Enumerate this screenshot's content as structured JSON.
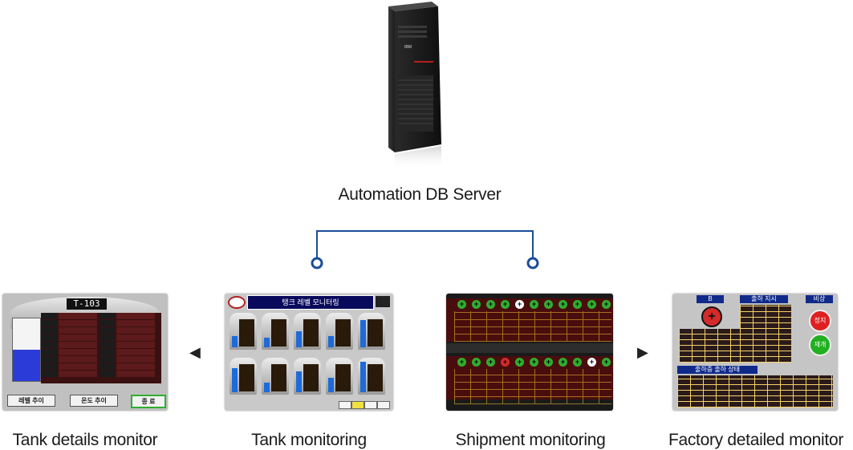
{
  "server": {
    "label": "Automation DB Server"
  },
  "monitors": [
    {
      "label": "Tank details monitor"
    },
    {
      "label": "Tank monitoring"
    },
    {
      "label": "Shipment monitoring"
    },
    {
      "label": "Factory detailed monitor"
    }
  ],
  "tank_details_screen": {
    "title": "T-103",
    "buttons": [
      "레벨 추이",
      "온도 추이",
      "종 료"
    ]
  },
  "tank_monitoring_screen": {
    "title": "탱크 레벨 모니터링"
  },
  "factory_screen": {
    "header_left": "B",
    "header_center": "출하 지시",
    "header_right": "비상",
    "table_title": "출하중 출하 상태",
    "stop_label": "정지",
    "run_label": "재개"
  },
  "colors": {
    "connector": "#1a4d9a",
    "arrow": "#222222"
  }
}
